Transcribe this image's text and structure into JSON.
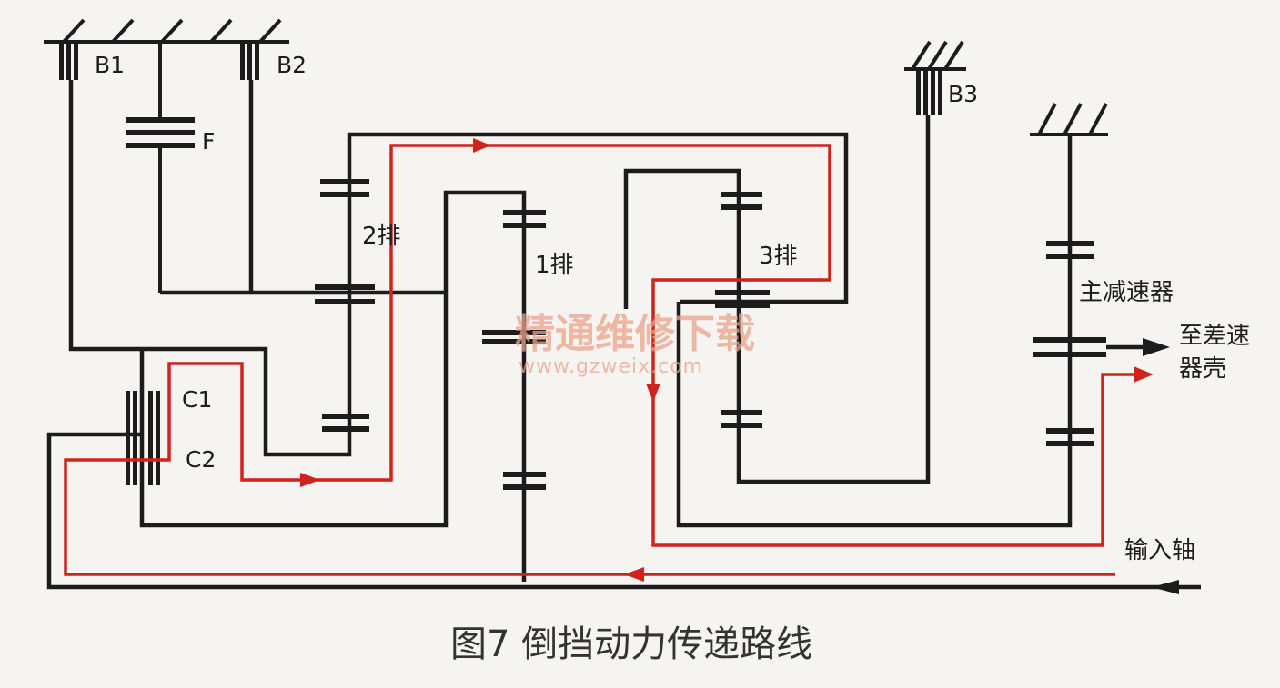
{
  "colors": {
    "structure": "#1c1c1c",
    "power_path": "#d0231c",
    "background": "#f6f4f1",
    "watermark": "#e9a48c"
  },
  "labels": {
    "b1": "B1",
    "b2": "B2",
    "b3": "B3",
    "f": "F",
    "c1": "C1",
    "c2": "C2",
    "row1": "1排",
    "row2": "2排",
    "row3": "3排",
    "final_drive": "主减速器",
    "to_diff_line1": "至差速",
    "to_diff_line2": "器壳",
    "input_shaft": "输入轴"
  },
  "caption": "图7 倒挡动力传递路线",
  "watermark": {
    "site_name": "精通维修下载",
    "url": "www.gzweix.com"
  }
}
